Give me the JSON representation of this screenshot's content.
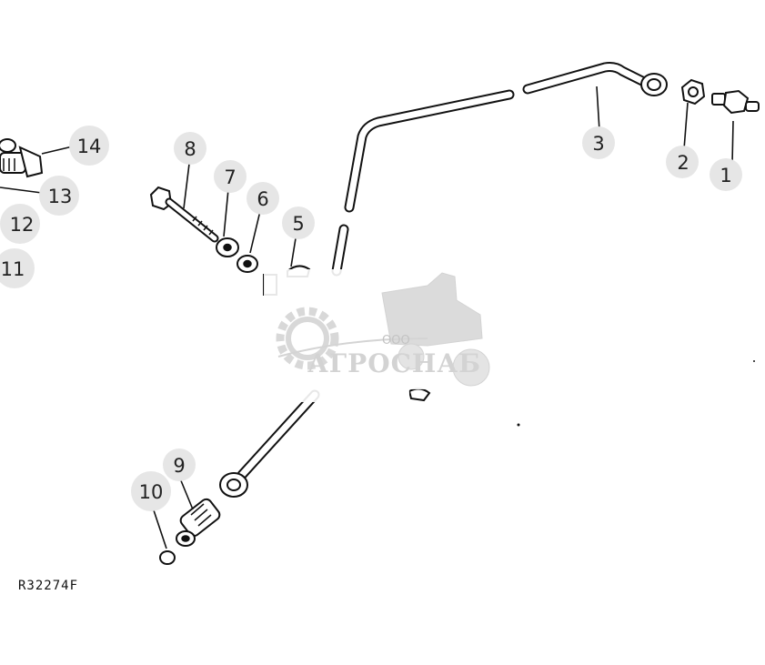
{
  "callouts": [
    {
      "id": "1",
      "label": "1"
    },
    {
      "id": "2",
      "label": "2"
    },
    {
      "id": "3",
      "label": "3"
    },
    {
      "id": "5",
      "label": "5"
    },
    {
      "id": "6",
      "label": "6"
    },
    {
      "id": "7",
      "label": "7"
    },
    {
      "id": "8",
      "label": "8"
    },
    {
      "id": "9",
      "label": "9"
    },
    {
      "id": "10",
      "label": "10"
    },
    {
      "id": "11",
      "label": "11"
    },
    {
      "id": "12",
      "label": "12"
    },
    {
      "id": "13",
      "label": "13"
    },
    {
      "id": "14",
      "label": "14"
    }
  ],
  "reference_code": "R32274F",
  "watermark": {
    "brand": "АГРОСНАБ",
    "prefix": "ООО"
  }
}
